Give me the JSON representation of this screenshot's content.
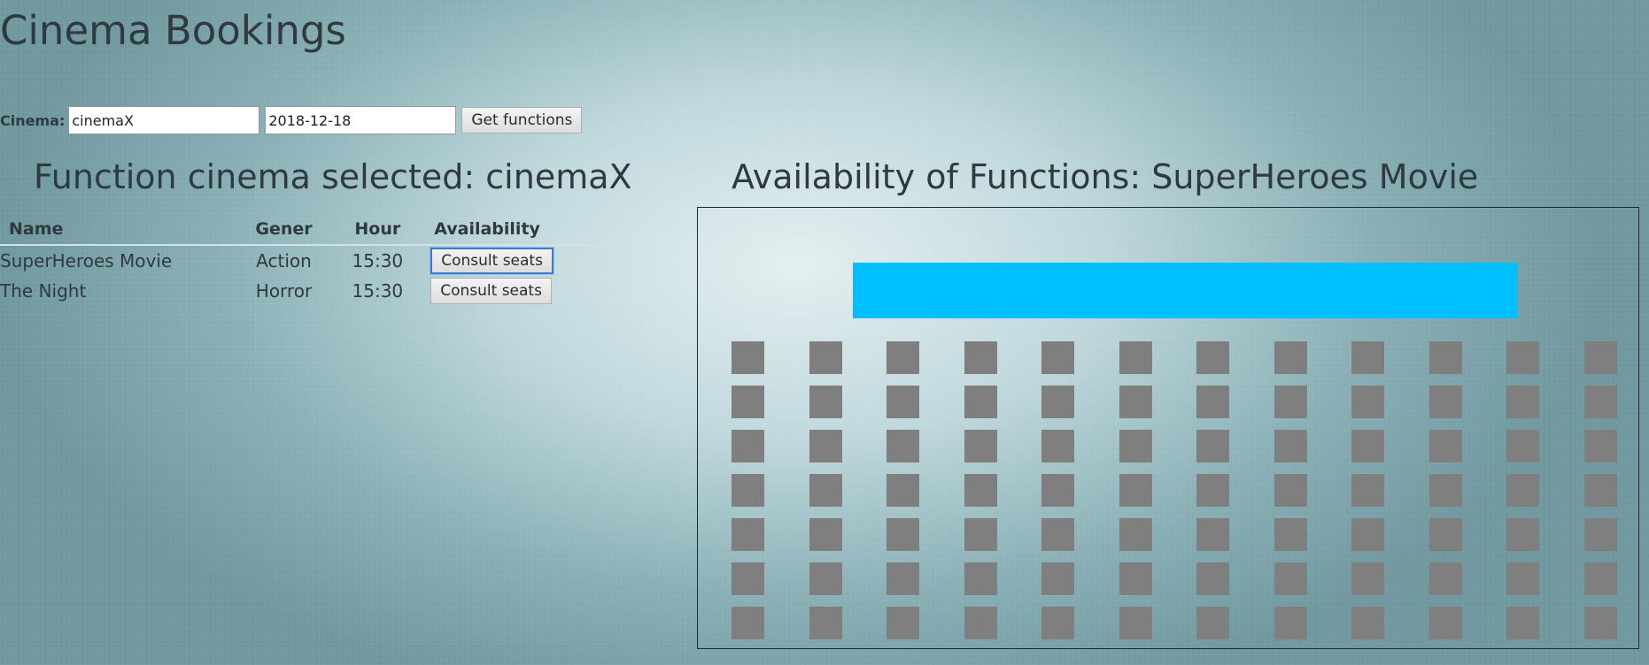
{
  "header": {
    "title": "Cinema Bookings"
  },
  "form": {
    "cinema_label": "Cinema:",
    "cinema_value": "cinemaX",
    "date_value": "2018-12-18",
    "submit_label": "Get functions"
  },
  "functions": {
    "heading": "Function cinema selected: cinemaX",
    "columns": [
      "Name",
      "Gener",
      "Hour",
      "Availability"
    ],
    "rows": [
      {
        "name": "SuperHeroes Movie",
        "gener": "Action",
        "hour": "15:30",
        "action": "Consult seats"
      },
      {
        "name": "The Night",
        "gener": "Horror",
        "hour": "15:30",
        "action": "Consult seats"
      }
    ]
  },
  "availability": {
    "heading": "Availability of Functions: SuperHeroes Movie",
    "screen_color": "#00bfff",
    "seat_color": "#7f7f7f",
    "seat_rows": 7,
    "seat_cols": 12
  }
}
